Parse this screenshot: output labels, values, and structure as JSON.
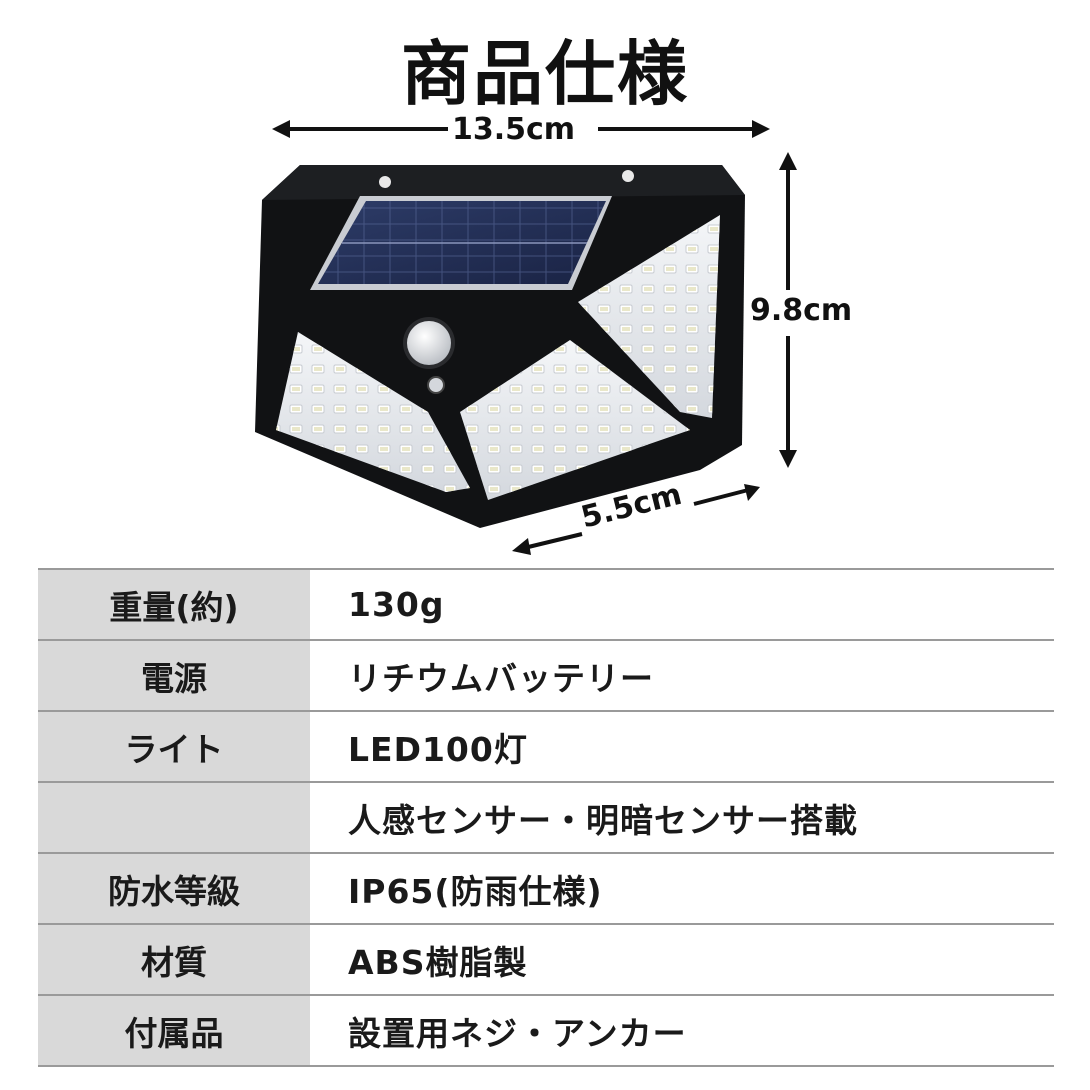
{
  "title": "商品仕様",
  "dimensions": {
    "width": "13.5cm",
    "height": "9.8cm",
    "depth": "5.5cm"
  },
  "specs": [
    {
      "label": "重量(約)",
      "value": "130g"
    },
    {
      "label": "電源",
      "value": "リチウムバッテリー"
    },
    {
      "label": "ライト",
      "value": "LED100灯"
    },
    {
      "label": "",
      "value": "人感センサー・明暗センサー搭載"
    },
    {
      "label": "防水等級",
      "value": "IP65(防雨仕様)"
    },
    {
      "label": "材質",
      "value": "ABS樹脂製"
    },
    {
      "label": "付属品",
      "value": "設置用ネジ・アンカー"
    }
  ]
}
